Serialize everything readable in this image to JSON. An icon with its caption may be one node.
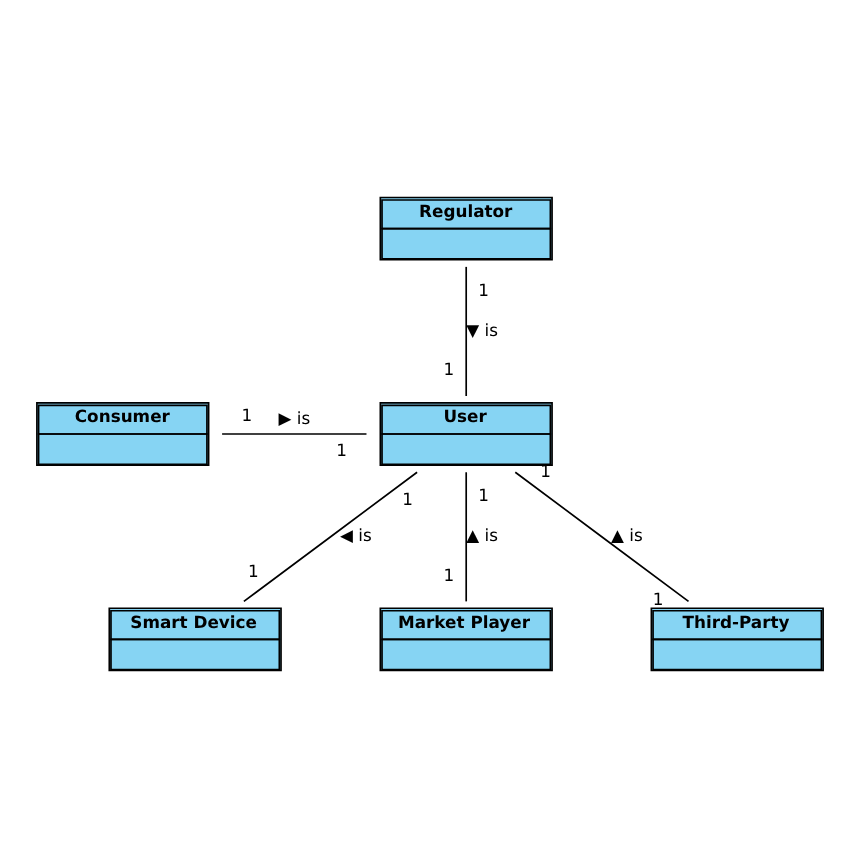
{
  "diagram": {
    "nodes": [
      {
        "text": [
          "Regulator"
        ]
      },
      {
        "text": [
          "Consumer"
        ]
      },
      {
        "text": [
          "User"
        ]
      },
      {
        "text": [
          "Smart Device"
        ]
      },
      {
        "text": [
          "Market Player"
        ]
      },
      {
        "text": [
          "Third-Party"
        ]
      }
    ],
    "edges": [
      {
        "from": 0,
        "to": 2,
        "arrow": "none",
        "label": "▼ is"
      },
      {
        "from": 1,
        "to": 2,
        "arrow": "none",
        "label": "▶ is"
      },
      {
        "from": 3,
        "to": 2,
        "arrow": "none",
        "label": "◀ is"
      },
      {
        "from": 4,
        "to": 2,
        "arrow": "none",
        "label": "▲ is"
      },
      {
        "from": 5,
        "to": 2,
        "arrow": "none",
        "label": "▲ is"
      }
    ],
    "labels": [
      "1",
      "1",
      "1",
      "1",
      "1",
      "1",
      "1",
      "1",
      "1",
      "1"
    ]
  }
}
